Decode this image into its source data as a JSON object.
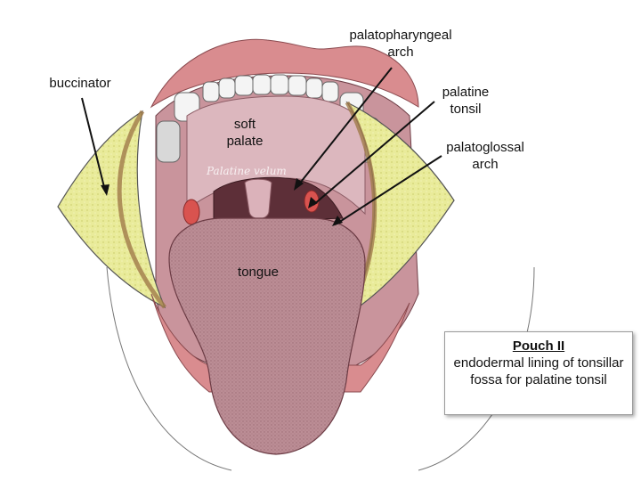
{
  "labels": {
    "buccinator": "buccinator",
    "palatopharyngeal_line1": "palatopharyngeal",
    "palatopharyngeal_line2": "arch",
    "palatine_tonsil_line1": "palatine",
    "palatine_tonsil_line2": "tonsil",
    "palatoglossal_line1": "palatoglossal",
    "palatoglossal_line2": "arch",
    "soft_palate_line1": "soft",
    "soft_palate_line2": "palate",
    "tongue": "tongue"
  },
  "callout": {
    "title": "Pouch II",
    "body": "endodermal lining of tonsillar fossa for palatine tonsil"
  },
  "colors": {
    "lips": "#d98c8f",
    "palate": "#dcb7be",
    "tongue": "#b98a92",
    "buccinator_fat": "#e9eb9a",
    "tonsil": "#d9534f",
    "teeth": "#f4f4f4"
  }
}
